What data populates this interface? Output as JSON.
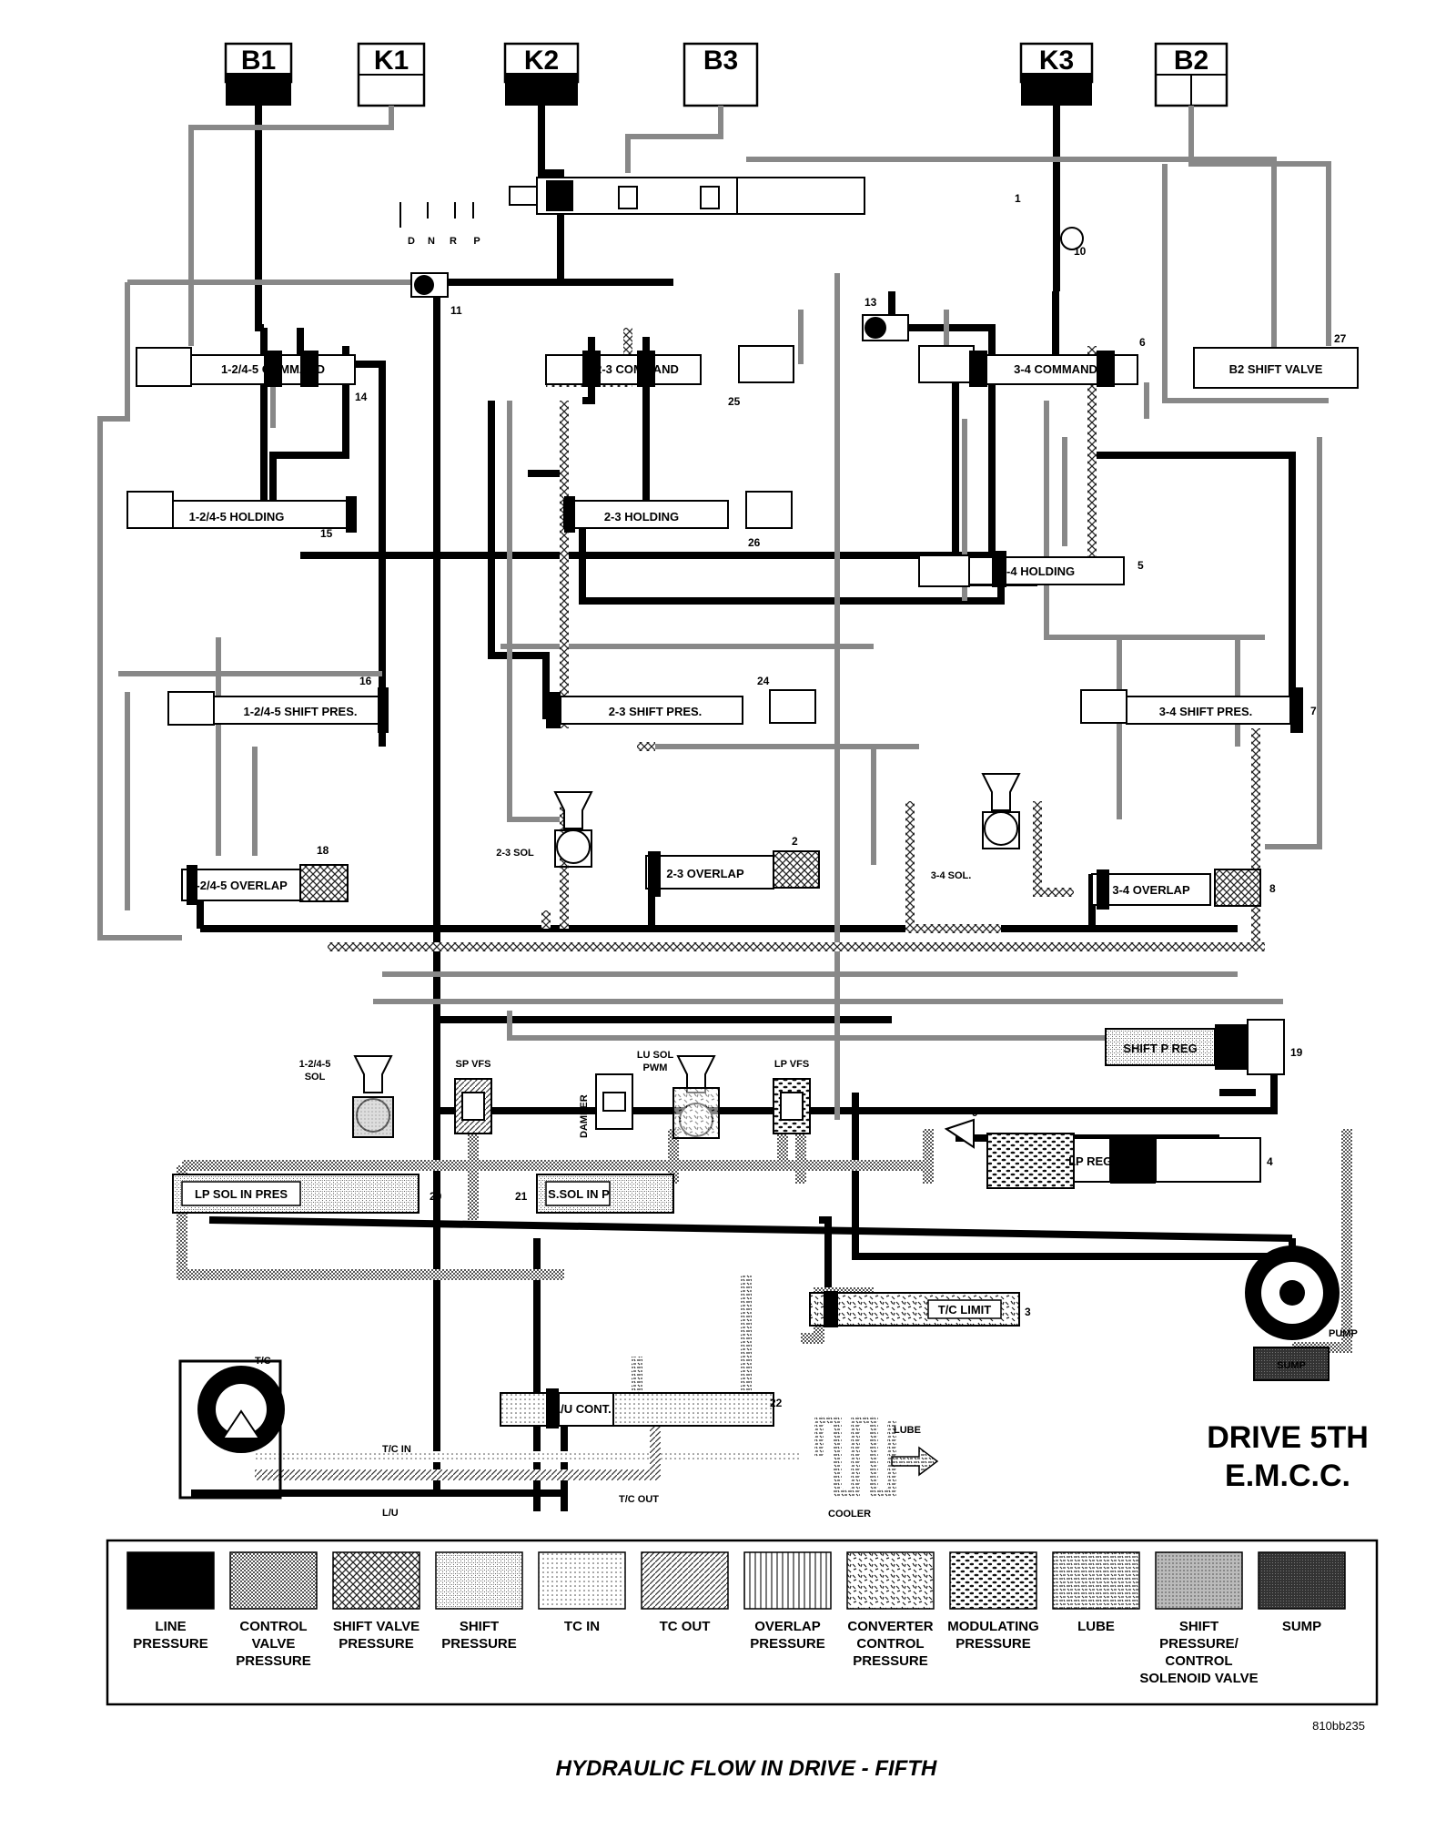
{
  "clutches": [
    {
      "id": "B1",
      "label": "B1",
      "fill": "line"
    },
    {
      "id": "K1",
      "label": "K1",
      "fill": "empty"
    },
    {
      "id": "K2",
      "label": "K2",
      "fill": "line"
    },
    {
      "id": "B3",
      "label": "B3",
      "fill": "empty"
    },
    {
      "id": "K3",
      "label": "K3",
      "fill": "line"
    },
    {
      "id": "B2",
      "label": "B2",
      "fill": "empty"
    }
  ],
  "selector_positions": [
    "D",
    "N",
    "R",
    "P"
  ],
  "valves": {
    "cmd_1245": "1-2/4-5 COMMAND",
    "cmd_23": "2-3 COMMAND",
    "cmd_34": "3-4 COMMAND",
    "b2_shift": "B2 SHIFT VALVE",
    "hold_1245": "1-2/4-5 HOLDING",
    "hold_23": "2-3 HOLDING",
    "hold_34": "3-4 HOLDING",
    "shift_1245": "1-2/4-5 SHIFT PRES.",
    "shift_23": "2-3 SHIFT PRES.",
    "shift_34": "3-4 SHIFT PRES.",
    "overlap_1245": "1-2/4-5 OVERLAP",
    "overlap_23": "2-3 OVERLAP",
    "overlap_34": "3-4 OVERLAP",
    "shift_p_reg": "SHIFT P REG",
    "lp_reg": "LP REG.",
    "lp_sol_in": "LP SOL IN PRES",
    "s_sol_in": "S.SOL IN P",
    "tc_limit": "T/C LIMIT",
    "lu_cont": "L/U CONT."
  },
  "solenoids": {
    "sol_23": "2-3 SOL",
    "sol_34": "3-4 SOL.",
    "sol_1245_a": "1-2/4-5",
    "sol_1245_b": "SOL",
    "sp_vfs": "SP VFS",
    "lu_sol_a": "LU SOL",
    "lu_sol_b": "PWM",
    "lp_vfs": "LP VFS",
    "damper": "DAMPER"
  },
  "numbers": {
    "n1": "1",
    "n2": "2",
    "n3": "3",
    "n4": "4",
    "n5": "5",
    "n6": "6",
    "n7": "7",
    "n8": "8",
    "n9": "9",
    "n10": "10",
    "n11": "11",
    "n13": "13",
    "n14": "14",
    "n15": "15",
    "n16": "16",
    "n18": "18",
    "n19": "19",
    "n20": "20",
    "n21": "21",
    "n22": "22",
    "n24": "24",
    "n25": "25",
    "n26": "26",
    "n27": "27"
  },
  "misc": {
    "tc": "T/C",
    "tc_in": "T/C IN",
    "tc_out": "T/C OUT",
    "lu": "L/U",
    "cooler": "COOLER",
    "lube": "LUBE",
    "pump": "PUMP",
    "sump": "SUMP"
  },
  "title": {
    "line1": "DRIVE 5TH",
    "line2": "E.M.C.C."
  },
  "legend": [
    {
      "pattern": "line",
      "lines": [
        "LINE",
        "PRESSURE"
      ]
    },
    {
      "pattern": "control",
      "lines": [
        "CONTROL",
        "VALVE",
        "PRESSURE"
      ]
    },
    {
      "pattern": "shiftvalve",
      "lines": [
        "SHIFT VALVE",
        "PRESSURE"
      ]
    },
    {
      "pattern": "shift",
      "lines": [
        "SHIFT",
        "PRESSURE"
      ]
    },
    {
      "pattern": "tcin",
      "lines": [
        "TC IN"
      ]
    },
    {
      "pattern": "tcout",
      "lines": [
        "TC OUT"
      ]
    },
    {
      "pattern": "overlap",
      "lines": [
        "OVERLAP",
        "PRESSURE"
      ]
    },
    {
      "pattern": "converter",
      "lines": [
        "CONVERTER",
        "CONTROL",
        "PRESSURE"
      ]
    },
    {
      "pattern": "modulating",
      "lines": [
        "MODULATING",
        "PRESSURE"
      ]
    },
    {
      "pattern": "lube",
      "lines": [
        "LUBE"
      ]
    },
    {
      "pattern": "shiftsol",
      "lines": [
        "SHIFT",
        "PRESSURE/",
        "CONTROL",
        "SOLENOID VALVE"
      ]
    },
    {
      "pattern": "sump",
      "lines": [
        "SUMP"
      ]
    }
  ],
  "reference": "810bb235",
  "caption": "HYDRAULIC FLOW IN DRIVE - FIFTH"
}
